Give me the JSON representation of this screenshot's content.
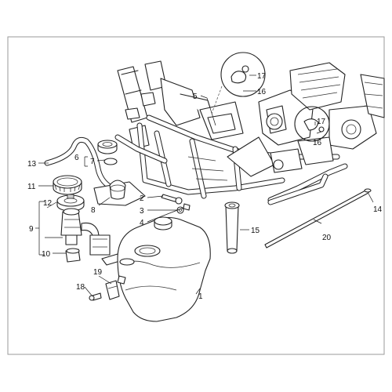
{
  "diagram": {
    "callouts": [
      {
        "id": "c1",
        "text": "1"
      },
      {
        "id": "c2",
        "text": "2"
      },
      {
        "id": "c3",
        "text": "3"
      },
      {
        "id": "c4",
        "text": "4"
      },
      {
        "id": "c5",
        "text": "5"
      },
      {
        "id": "c6",
        "text": "6"
      },
      {
        "id": "c7",
        "text": "7"
      },
      {
        "id": "c8",
        "text": "8"
      },
      {
        "id": "c9",
        "text": "9"
      },
      {
        "id": "c10",
        "text": "10"
      },
      {
        "id": "c11",
        "text": "11"
      },
      {
        "id": "c12",
        "text": "12"
      },
      {
        "id": "c13",
        "text": "13"
      },
      {
        "id": "c14",
        "text": "14"
      },
      {
        "id": "c15",
        "text": "15"
      },
      {
        "id": "c16a",
        "text": "16"
      },
      {
        "id": "c16b",
        "text": "16"
      },
      {
        "id": "c17a",
        "text": "17"
      },
      {
        "id": "c17b",
        "text": "17"
      },
      {
        "id": "c18",
        "text": "18"
      },
      {
        "id": "c19",
        "text": "19"
      },
      {
        "id": "c20",
        "text": "20"
      }
    ]
  }
}
